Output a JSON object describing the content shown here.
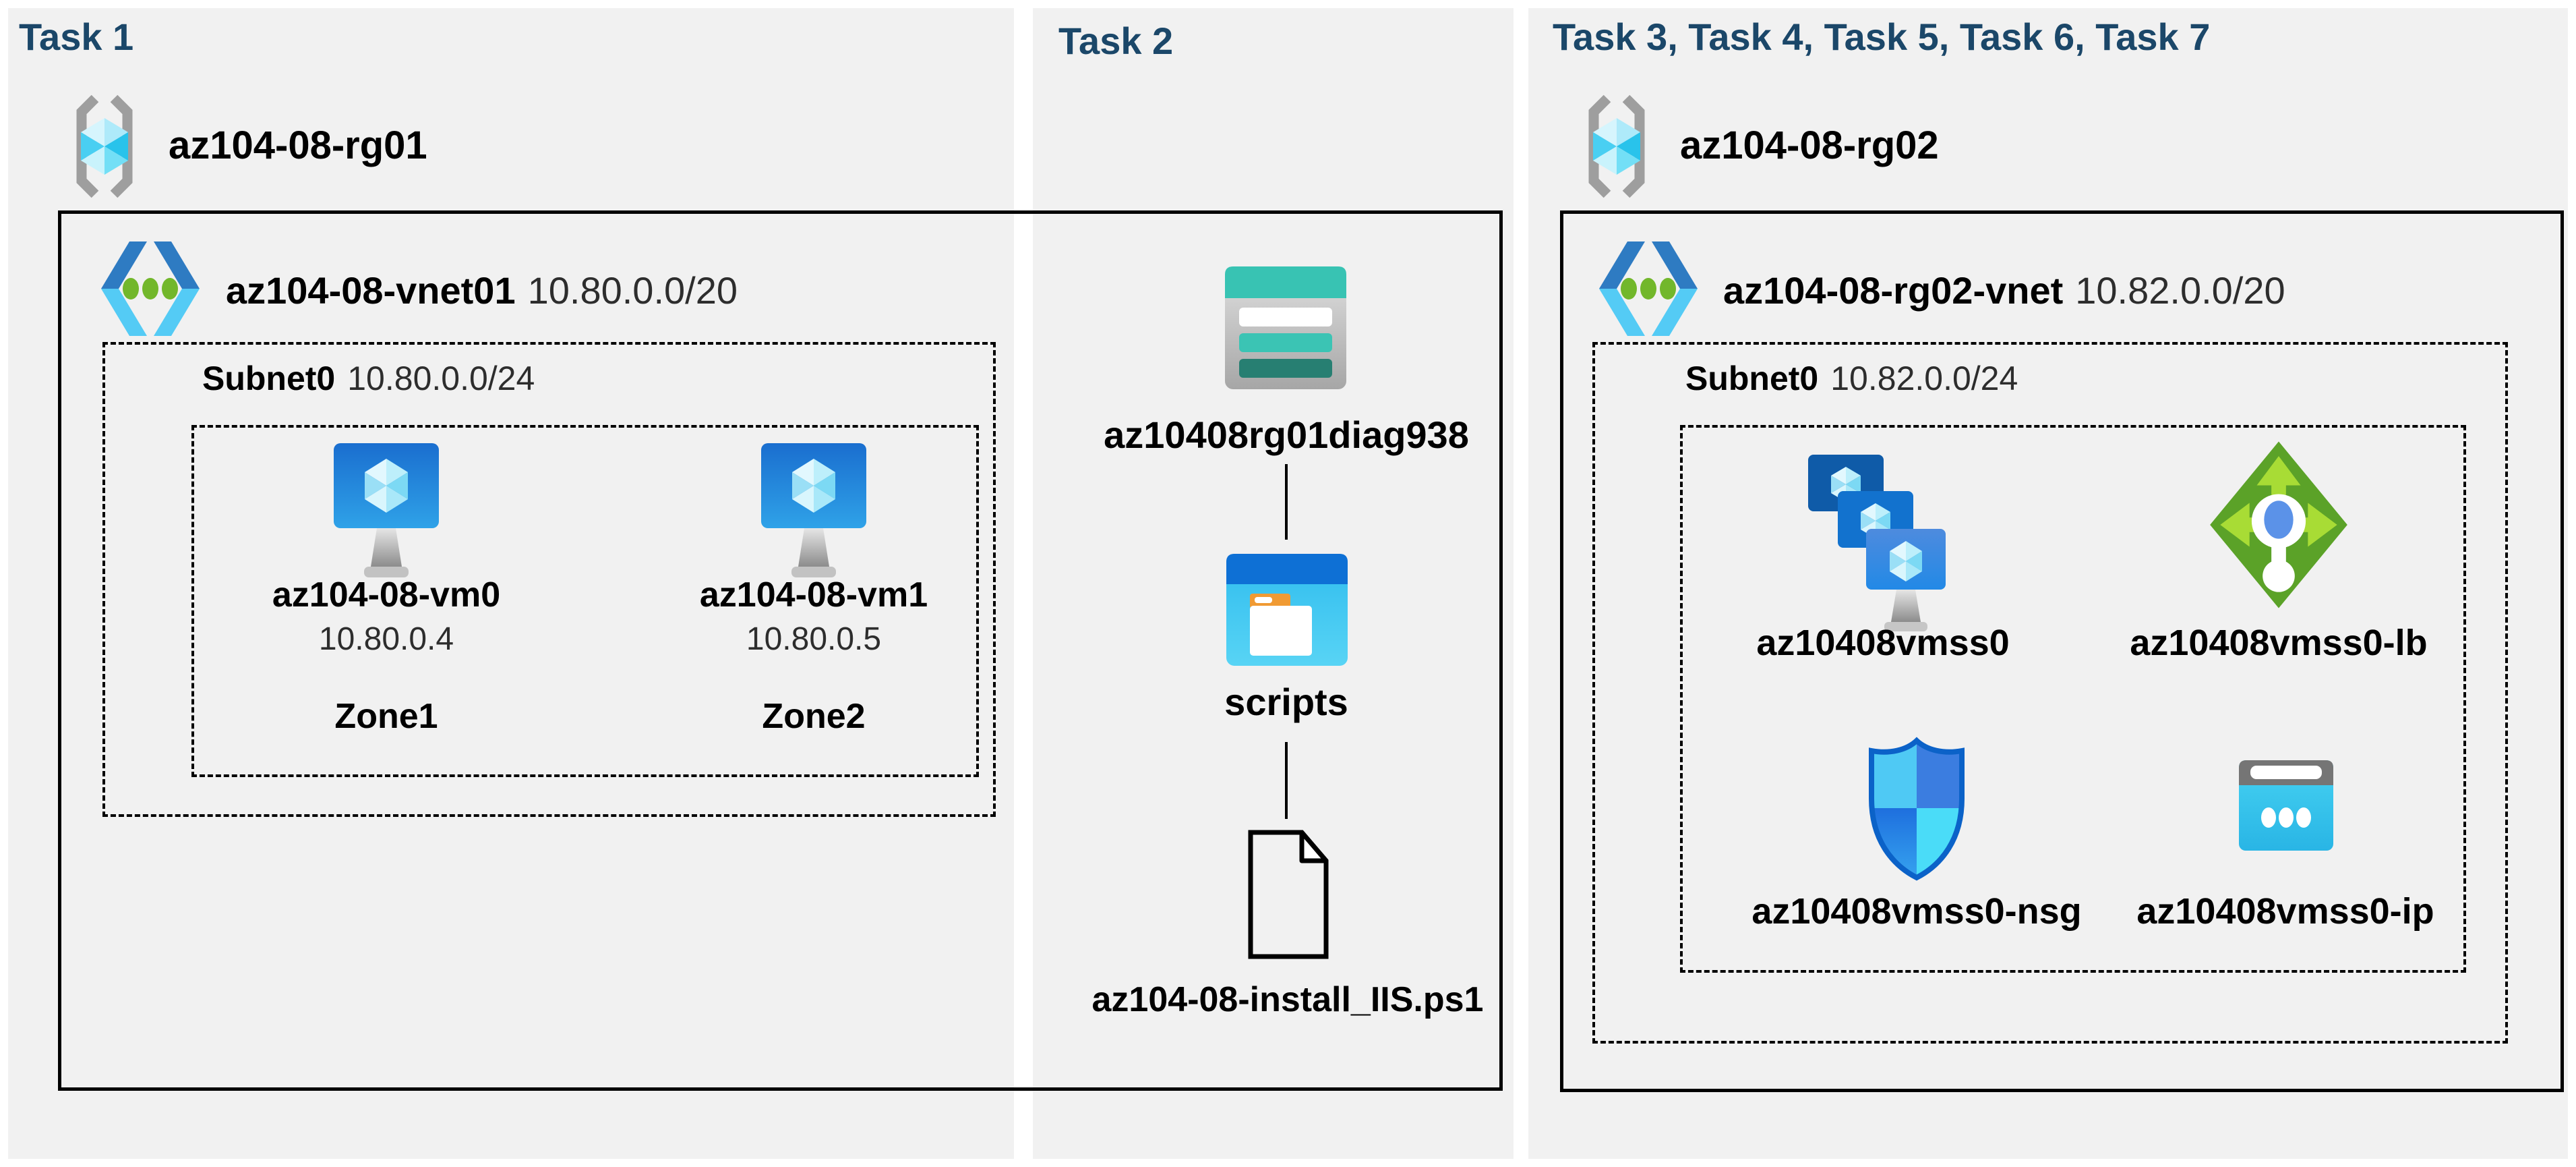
{
  "colors": {
    "title": "#1B4769",
    "panel_bg": "#F1F1F1",
    "border": "#000000"
  },
  "task1": {
    "title": "Task 1",
    "resource_group": "az104-08-rg01",
    "vnet": {
      "name": "az104-08-vnet01",
      "cidr": "10.80.0.0/20"
    },
    "subnet": {
      "name": "Subnet0",
      "cidr": "10.80.0.0/24"
    },
    "vms": [
      {
        "name": "az104-08-vm0",
        "ip": "10.80.0.4",
        "zone": "Zone1"
      },
      {
        "name": "az104-08-vm1",
        "ip": "10.80.0.5",
        "zone": "Zone2"
      }
    ]
  },
  "task2": {
    "title": "Task 2",
    "storage_account": "az10408rg01diag938",
    "container": "scripts",
    "script_file": "az104-08-install_IIS.ps1"
  },
  "task3": {
    "title": "Task 3, Task 4, Task 5, Task 6, Task 7",
    "resource_group": "az104-08-rg02",
    "vnet": {
      "name": "az104-08-rg02-vnet",
      "cidr": "10.82.0.0/20"
    },
    "subnet": {
      "name": "Subnet0",
      "cidr": "10.82.0.0/24"
    },
    "vmss": "az10408vmss0",
    "load_balancer": "az10408vmss0-lb",
    "nsg": "az10408vmss0-nsg",
    "public_ip": "az10408vmss0-ip"
  }
}
